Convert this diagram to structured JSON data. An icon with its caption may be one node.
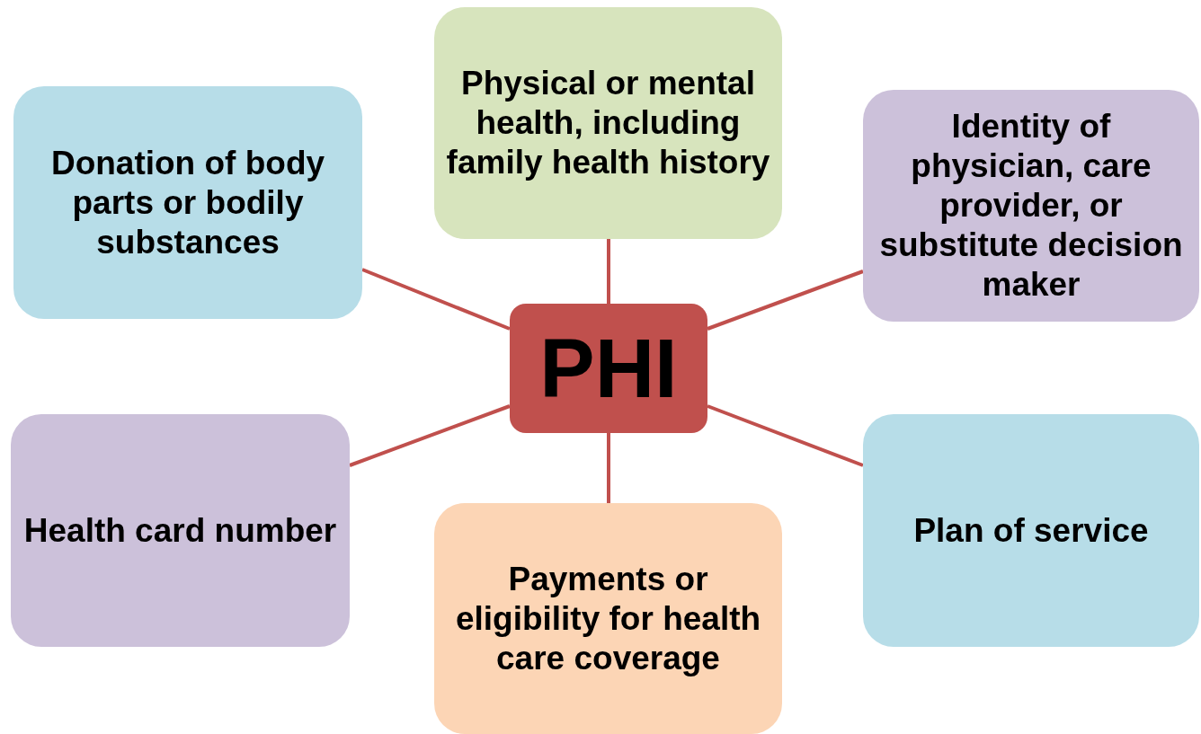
{
  "diagram": {
    "nodes": [
      {
        "text": [
          "Physical or mental health, including family health history"
        ]
      },
      {
        "text": [
          "Donation of body parts or bodily substances"
        ]
      },
      {
        "text": [
          "Identity of physician, care provider, or substitute decision maker"
        ]
      },
      {
        "text": [
          "PHI"
        ]
      },
      {
        "text": [
          "Health card number"
        ]
      },
      {
        "text": [
          "Plan of service"
        ]
      },
      {
        "text": [
          "Payments or eligibility for health care coverage"
        ]
      }
    ],
    "edges": [
      {
        "from": 3,
        "to": 0,
        "arrow": "none"
      },
      {
        "from": 3,
        "to": 1,
        "arrow": "none"
      },
      {
        "from": 3,
        "to": 2,
        "arrow": "none"
      },
      {
        "from": 3,
        "to": 4,
        "arrow": "none"
      },
      {
        "from": 3,
        "to": 5,
        "arrow": "none"
      },
      {
        "from": 3,
        "to": 6,
        "arrow": "none"
      }
    ]
  }
}
